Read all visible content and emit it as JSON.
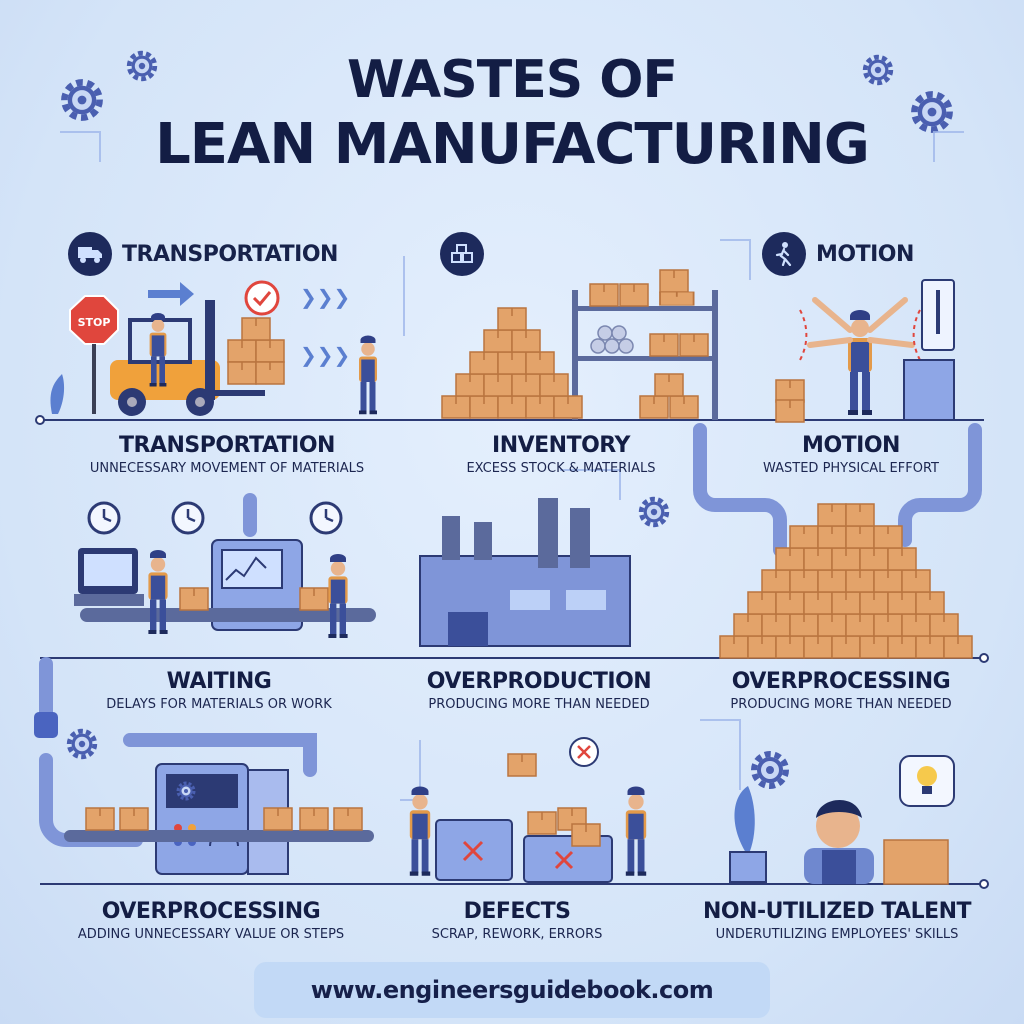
{
  "title": {
    "line1": "WASTES OF",
    "line2": "LEAN MANUFACTURING"
  },
  "headers": {
    "transportation": "TRANSPORTATION",
    "motion": "MOTION"
  },
  "sign_stop": "STOP",
  "wastes": [
    {
      "name": "TRANSPORTATION",
      "desc": "UNNECESSARY MOVEMENT OF MATERIALS"
    },
    {
      "name": "INVENTORY",
      "desc": "EXCESS STOCK & MATERIALS"
    },
    {
      "name": "MOTION",
      "desc": "WASTED PHYSICAL EFFORT"
    },
    {
      "name": "WAITING",
      "desc": "DELAYS FOR MATERIALS OR WORK"
    },
    {
      "name": "OVERPRODUCTION",
      "desc": "PRODUCING MORE THAN NEEDED"
    },
    {
      "name": "OVERPROCESSING",
      "desc": "PRODUCING MORE THAN NEEDED"
    },
    {
      "name": "OVERPROCESSING",
      "desc": "ADDING UNNECESSARY VALUE OR STEPS"
    },
    {
      "name": "DEFECTS",
      "desc": "SCRAP, REWORK, ERRORS"
    },
    {
      "name": "NON-UTILIZED TALENT",
      "desc": "UNDERUTILIZING EMPLOYEES' SKILLS"
    }
  ],
  "footer": "www.engineersguidebook.com",
  "colors": {
    "navy": "#17224a",
    "box": "#e3a36a",
    "worker_blue": "#3b4f9a",
    "machine": "#8ea6e6",
    "accent_red": "#e0463d"
  },
  "icons": [
    "truck-icon",
    "boxes-icon",
    "walking-person-icon",
    "gear-icon",
    "clock-icon",
    "lightbulb-icon"
  ]
}
